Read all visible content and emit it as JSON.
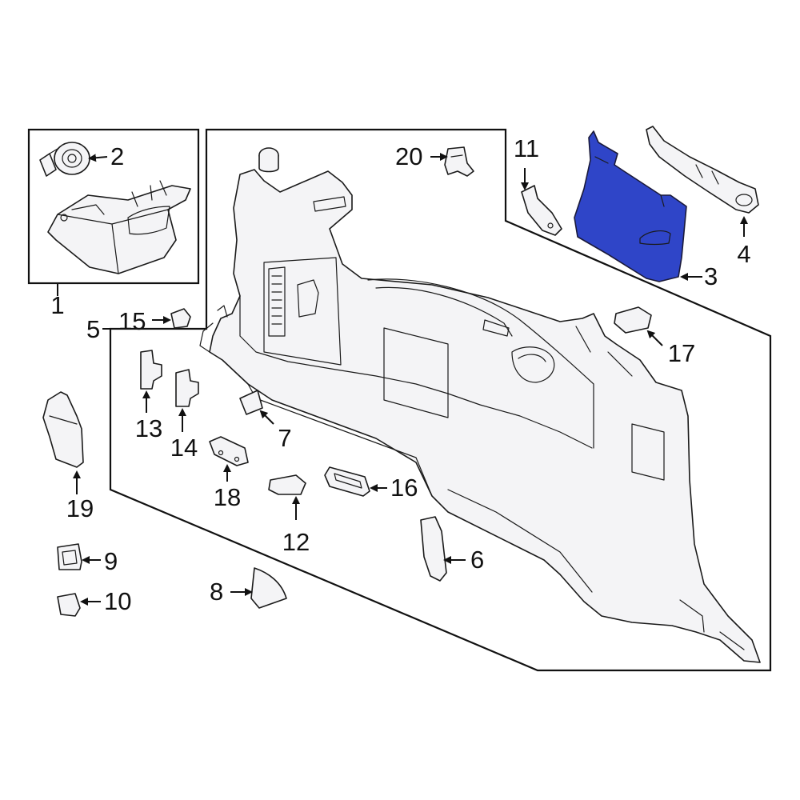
{
  "colors": {
    "highlight": "#2f45c8",
    "line": "#1a1a1a",
    "part_fill": "#f4f4f6"
  },
  "highlighted_part": "3",
  "callouts": {
    "c1": "1",
    "c2": "2",
    "c3": "3",
    "c4": "4",
    "c5": "5",
    "c6": "6",
    "c7": "7",
    "c8": "8",
    "c9": "9",
    "c10": "10",
    "c11": "11",
    "c12": "12",
    "c13": "13",
    "c14": "14",
    "c15": "15",
    "c16": "16",
    "c17": "17",
    "c18": "18",
    "c19": "19",
    "c20": "20"
  }
}
